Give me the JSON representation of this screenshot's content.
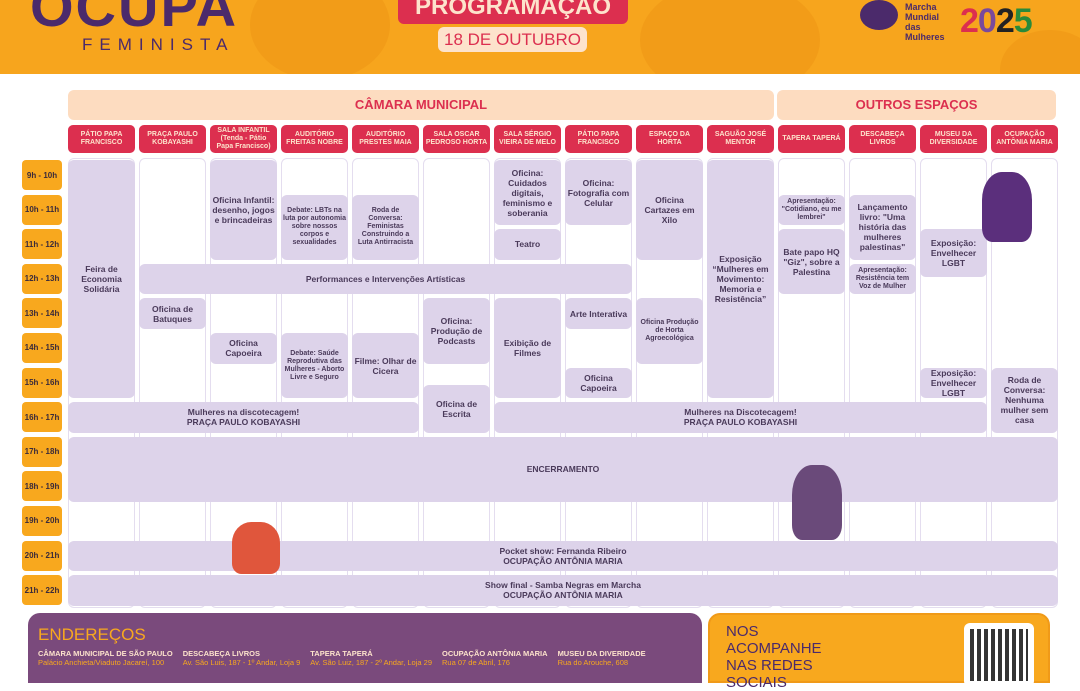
{
  "header": {
    "logo": "OCUPA",
    "logo_sub": "FEMINISTA",
    "title": "PROGRAMAÇÃO",
    "date": "18 DE OUTUBRO",
    "partner": "Marcha Mundial das Mulheres",
    "year": "2025"
  },
  "sections": [
    "CÂMARA MUNICIPAL",
    "OUTROS ESPAÇOS"
  ],
  "venues": [
    "PÁTIO PAPA FRANCISCO",
    "PRAÇA PAULO KOBAYASHI",
    "SALA INFANTIL (Tenda - Pátio Papa Francisco)",
    "AUDITÓRIO FREITAS NOBRE",
    "AUDITÓRIO PRESTES MAIA",
    "SALA OSCAR PEDROSO HORTA",
    "SALA SÉRGIO VIEIRA DE MELO",
    "PÁTIO PAPA FRANCISCO",
    "ESPAÇO DA HORTA",
    "SAGUÃO JOSÉ MENTOR",
    "TAPERA TAPERÁ",
    "DESCABEÇA LIVROS",
    "MUSEU DA DIVERSIDADE",
    "OCUPAÇÃO ANTÔNIA MARIA"
  ],
  "times": [
    "9h - 10h",
    "10h - 11h",
    "11h - 12h",
    "12h - 13h",
    "13h - 14h",
    "14h - 15h",
    "15h - 16h",
    "16h - 17h",
    "17h - 18h",
    "18h - 19h",
    "19h - 20h",
    "20h - 21h",
    "21h - 22h"
  ],
  "events": [
    "Feira de Economia Solidária",
    "Oficina Infantil: desenho, jogos e brincadeiras",
    "Debate: LBTs na luta por autonomia sobre nossos corpos e sexualidades",
    "Roda de Conversa: Feministas Construindo a Luta Antirracista",
    "Oficina: Cuidados digitais, feminismo e soberania",
    "Teatro",
    "Oficina: Fotografia com Celular",
    "Oficina Cartazes em Xilo",
    "Exposição “Mulheres em Movimento: Memoria e Resistência”",
    "Apresentação: \"Cotidiano, eu me lembrei\"",
    "Bate papo HQ \"Giz\", sobre a Palestina",
    "Lançamento livro: \"Uma história das mulheres palestinas\"",
    "Apresentação: Resistência tem Voz de Mulher",
    "Exposição: Envelhecer LGBT",
    "Performances e Intervenções Artísticas",
    "Oficina de Batuques",
    "Oficina Capoeira",
    "Debate:  Saúde Reprodutiva das Mulheres - Aborto Livre e Seguro",
    "Filme: Olhar de Cicera",
    "Oficina: Produção de Podcasts",
    "Oficina de Escrita",
    "Exibição de Filmes",
    "Arte Interativa",
    "Oficina Capoeira",
    "Oficina Produção de Horta Agroecológica",
    "Exposição: Envelhecer LGBT",
    "Roda de Conversa: Nenhuma mulher sem casa",
    "Mulheres na discotecagem!\nPRAÇA PAULO KOBAYASHI",
    "Mulheres na Discotecagem!\nPRAÇA PAULO KOBAYASHI",
    "ENCERRAMENTO",
    "Pocket show: Fernanda Ribeiro\nOCUPAÇÃO ANTÔNIA MARIA",
    "Show final - Samba Negras em Marcha\nOCUPAÇÃO ANTÔNIA MARIA"
  ],
  "footer": {
    "title": "ENDEREÇOS",
    "addresses": [
      {
        "name": "CÂMARA MUNICIPAL  DE SÃO PAULO",
        "addr": "Palácio Anchieta/Viaduto Jacareí, 100"
      },
      {
        "name": "DESCABEÇA LIVROS",
        "addr": "Av. São Luis, 187 - 1º Andar, Loja 9"
      },
      {
        "name": "TAPERA TAPERÁ",
        "addr": "Av. São Luiz, 187 - 2º Andar, Loja 29"
      },
      {
        "name": "OCUPAÇÃO ANTÔNIA MARIA",
        "addr": "Rua 07 de Abril, 176"
      },
      {
        "name": "MUSEU DA DIVERIDADE",
        "addr": "Rua do Arouche, 608"
      }
    ],
    "social": "NOS ACOMPANHE NAS REDES SOCIAIS"
  },
  "colors": {
    "orange": "#f7a51d",
    "red": "#dc2f4f",
    "purple": "#4b2a6b",
    "lavender": "#ddd3ea"
  }
}
